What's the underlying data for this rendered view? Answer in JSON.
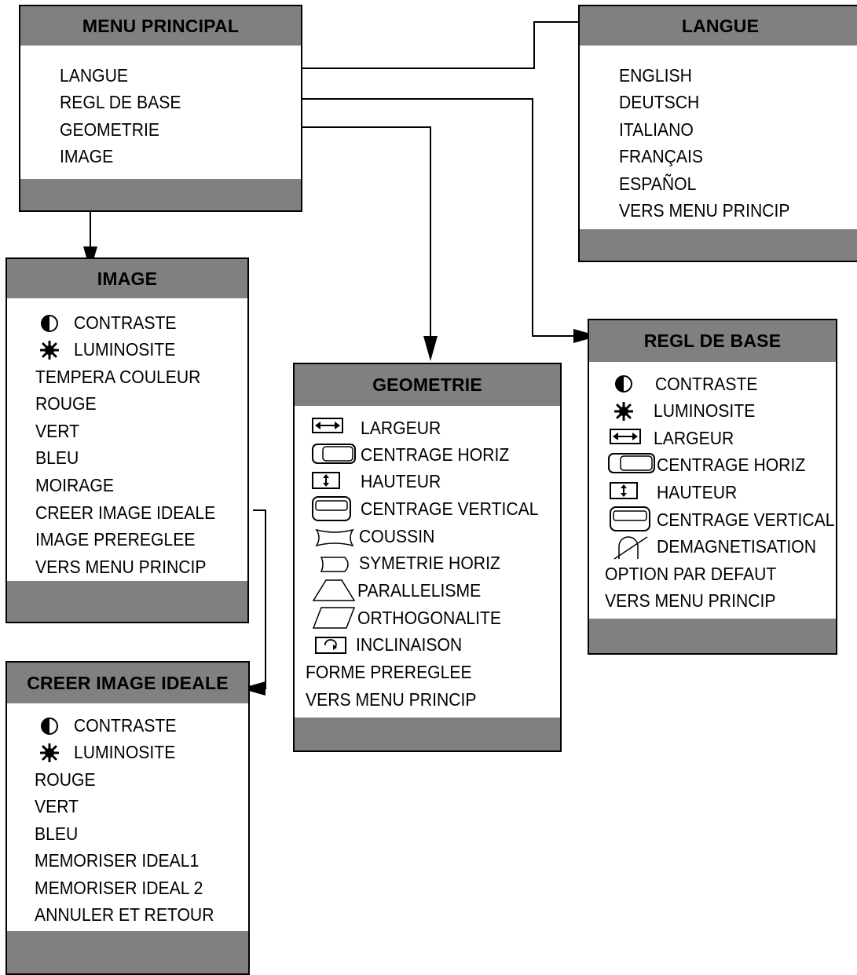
{
  "main_menu": {
    "title": "MENU PRINCIPAL",
    "items": [
      {
        "label": "LANGUE"
      },
      {
        "label": "REGL DE BASE"
      },
      {
        "label": "GEOMETRIE"
      },
      {
        "label": "IMAGE"
      }
    ]
  },
  "langue_menu": {
    "title": "LANGUE",
    "items": [
      {
        "label": "ENGLISH"
      },
      {
        "label": "DEUTSCH"
      },
      {
        "label": "ITALIANO"
      },
      {
        "label": "FRANÇAIS"
      },
      {
        "label": "ESPAÑOL"
      },
      {
        "label": "VERS MENU PRINCIP"
      }
    ]
  },
  "image_menu": {
    "title": "IMAGE",
    "items": [
      {
        "label": "CONTRASTE",
        "icon": "contrast-icon"
      },
      {
        "label": "LUMINOSITE",
        "icon": "brightness-icon"
      },
      {
        "label": "TEMPERA COULEUR"
      },
      {
        "label": "ROUGE"
      },
      {
        "label": "VERT"
      },
      {
        "label": "BLEU"
      },
      {
        "label": "MOIRAGE"
      },
      {
        "label": "CREER IMAGE IDEALE"
      },
      {
        "label": "IMAGE PREREGLEE"
      },
      {
        "label": "VERS MENU PRINCIP"
      }
    ]
  },
  "geometrie_menu": {
    "title": "GEOMETRIE",
    "items": [
      {
        "label": "LARGEUR",
        "icon": "width-icon"
      },
      {
        "label": "CENTRAGE HORIZ",
        "icon": "horizontal-center-icon"
      },
      {
        "label": "HAUTEUR",
        "icon": "height-icon"
      },
      {
        "label": "CENTRAGE VERTICAL",
        "icon": "vertical-center-icon"
      },
      {
        "label": "COUSSIN",
        "icon": "pincushion-icon"
      },
      {
        "label": "SYMETRIE HORIZ",
        "icon": "horizontal-symmetry-icon"
      },
      {
        "label": "PARALLELISME",
        "icon": "trapezoid-icon"
      },
      {
        "label": "ORTHOGONALITE",
        "icon": "parallelogram-icon"
      },
      {
        "label": "INCLINAISON",
        "icon": "rotation-icon"
      },
      {
        "label": "FORME PREREGLEE"
      },
      {
        "label": "VERS MENU PRINCIP"
      }
    ]
  },
  "regl_menu": {
    "title": "REGL DE BASE",
    "items": [
      {
        "label": "CONTRASTE",
        "icon": "contrast-icon"
      },
      {
        "label": "LUMINOSITE",
        "icon": "brightness-icon"
      },
      {
        "label": "LARGEUR",
        "icon": "width-icon"
      },
      {
        "label": "CENTRAGE HORIZ",
        "icon": "horizontal-center-icon"
      },
      {
        "label": "HAUTEUR",
        "icon": "height-icon"
      },
      {
        "label": "CENTRAGE VERTICAL",
        "icon": "vertical-center-icon"
      },
      {
        "label": "DEMAGNETISATION",
        "icon": "degauss-icon"
      },
      {
        "label": "OPTION PAR DEFAUT"
      },
      {
        "label": "VERS MENU PRINCIP"
      }
    ]
  },
  "creer_menu": {
    "title": "CREER IMAGE IDEALE",
    "items": [
      {
        "label": "CONTRASTE",
        "icon": "contrast-icon"
      },
      {
        "label": "LUMINOSITE",
        "icon": "brightness-icon"
      },
      {
        "label": "ROUGE"
      },
      {
        "label": "VERT"
      },
      {
        "label": "BLEU"
      },
      {
        "label": "MEMORISER IDEAL1"
      },
      {
        "label": "MEMORISER IDEAL 2"
      },
      {
        "label": "ANNULER ET RETOUR"
      }
    ]
  },
  "colors": {
    "header": "#808080",
    "line": "#000000",
    "background": "#ffffff"
  }
}
